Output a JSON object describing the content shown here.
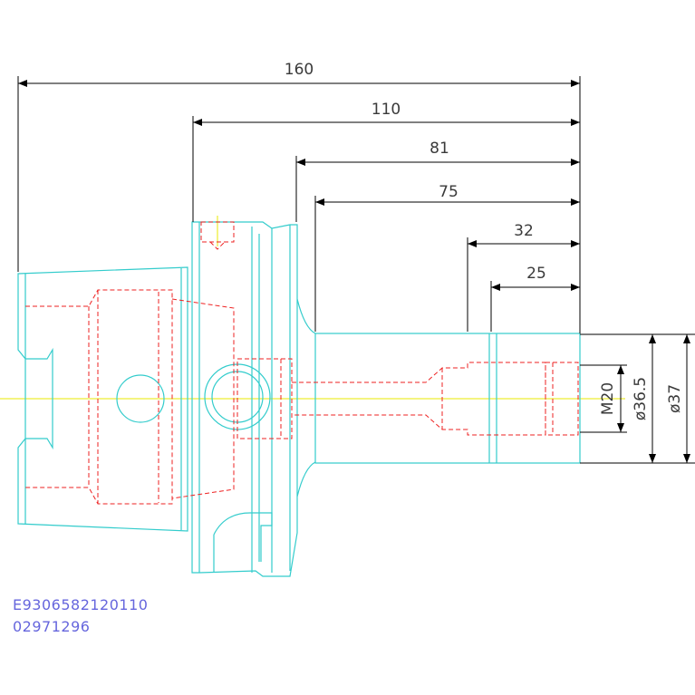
{
  "dimensions": {
    "d160": "160",
    "d110": "110",
    "d81": "81",
    "d75": "75",
    "d32": "32",
    "d25": "25",
    "thread": "M20",
    "dia_365": "ø36.5",
    "dia_37": "ø37"
  },
  "part_code": {
    "line1": "E9306582120110",
    "line2": "02971296"
  },
  "colors": {
    "outline": "#33cccc",
    "hidden": "#ee2222",
    "centerline": "#e8e800",
    "dimension": "#000000",
    "code_text": "#6666dd"
  }
}
